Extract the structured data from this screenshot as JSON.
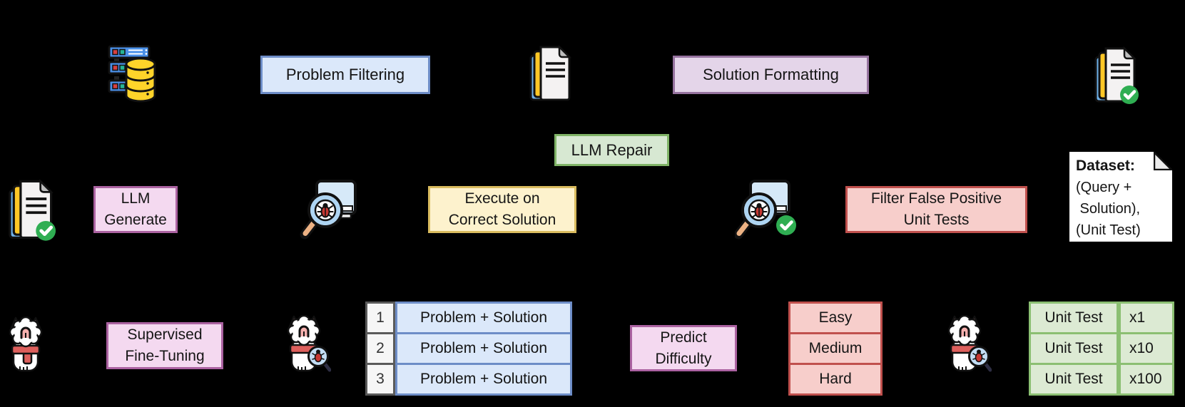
{
  "palette": {
    "background": "#000000",
    "blue_fill": "#dbe8fa",
    "blue_border": "#6d8dc7",
    "purple_fill": "#e4d5e9",
    "purple_border": "#96739f",
    "green_fill": "#d7e8d2",
    "green_border": "#7fb366",
    "green_table_fill": "#dcead3",
    "green_table_border": "#8bbf72",
    "yellow_fill": "#fdf2cd",
    "yellow_border": "#d9bb5e",
    "red_fill": "#f7cecb",
    "red_border": "#c0504d",
    "pink_fill": "#f4d9f0",
    "pink_border": "#ab62a1",
    "gray_cell_fill": "#f6f6f6",
    "gray_cell_border": "#5a5a5a",
    "check_green": "#2fae52"
  },
  "nodes": {
    "problem_filtering": {
      "label": "Problem Filtering"
    },
    "solution_formatting": {
      "label": "Solution Formatting"
    },
    "llm_repair": {
      "label": "LLM Repair"
    },
    "llm_generate": {
      "line1": "LLM",
      "line2": "Generate"
    },
    "execute_on_correct_solution": {
      "line1": "Execute on",
      "line2": "Correct Solution"
    },
    "filter_false_positive": {
      "line1": "Filter False Positive",
      "line2": "Unit Tests"
    },
    "supervised_fine_tuning": {
      "line1": "Supervised",
      "line2": "Fine-Tuning"
    },
    "predict_difficulty": {
      "line1": "Predict",
      "line2": "Difficulty"
    }
  },
  "dataset_note": {
    "title": "Dataset:",
    "lines": [
      "(Query +",
      " Solution),",
      "(Unit Test)"
    ]
  },
  "problem_solution_table": {
    "rows": [
      {
        "index": "1",
        "label": "Problem + Solution"
      },
      {
        "index": "2",
        "label": "Problem + Solution"
      },
      {
        "index": "3",
        "label": "Problem + Solution"
      }
    ]
  },
  "difficulty_table": {
    "rows": [
      "Easy",
      "Medium",
      "Hard"
    ]
  },
  "unit_test_table": {
    "rows": [
      {
        "label": "Unit Test",
        "count": "x1"
      },
      {
        "label": "Unit Test",
        "count": "x10"
      },
      {
        "label": "Unit Test",
        "count": "x100"
      }
    ]
  },
  "icons": {
    "database": "database-server",
    "documents": "documents-stack",
    "documents_checked": "documents-stack-checked",
    "bug_scan": "bug-scan-magnifier",
    "bug_scan_checked": "bug-scan-magnifier-checked",
    "llama": "llama-mascot",
    "llama_debug": "llama-debug-magnifier",
    "note_fold": "folded-page-corner"
  }
}
